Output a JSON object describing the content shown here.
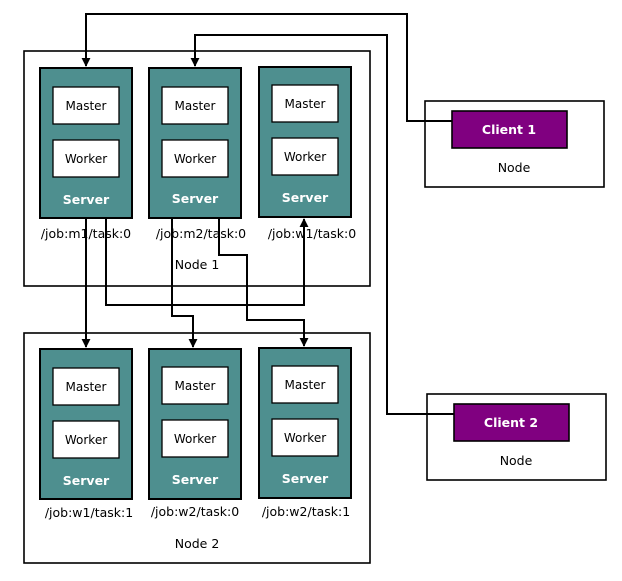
{
  "colors": {
    "server_fill": "#4e8f8f",
    "client_fill": "#800080",
    "line": "#000000",
    "background": "#ffffff"
  },
  "nodes": [
    {
      "label": "Node 1",
      "servers": [
        {
          "master": "Master",
          "worker": "Worker",
          "server": "Server",
          "task": "/job:m1/task:0"
        },
        {
          "master": "Master",
          "worker": "Worker",
          "server": "Server",
          "task": "/job:m2/task:0"
        },
        {
          "master": "Master",
          "worker": "Worker",
          "server": "Server",
          "task": "/job:w1/task:0"
        }
      ]
    },
    {
      "label": "Node 2",
      "servers": [
        {
          "master": "Master",
          "worker": "Worker",
          "server": "Server",
          "task": "/job:w1/task:1"
        },
        {
          "master": "Master",
          "worker": "Worker",
          "server": "Server",
          "task": "/job:w2/task:0"
        },
        {
          "master": "Master",
          "worker": "Worker",
          "server": "Server",
          "task": "/job:w2/task:1"
        }
      ]
    }
  ],
  "clients": [
    {
      "name": "Client 1",
      "node_label": "Node"
    },
    {
      "name": "Client 2",
      "node_label": "Node"
    }
  ]
}
